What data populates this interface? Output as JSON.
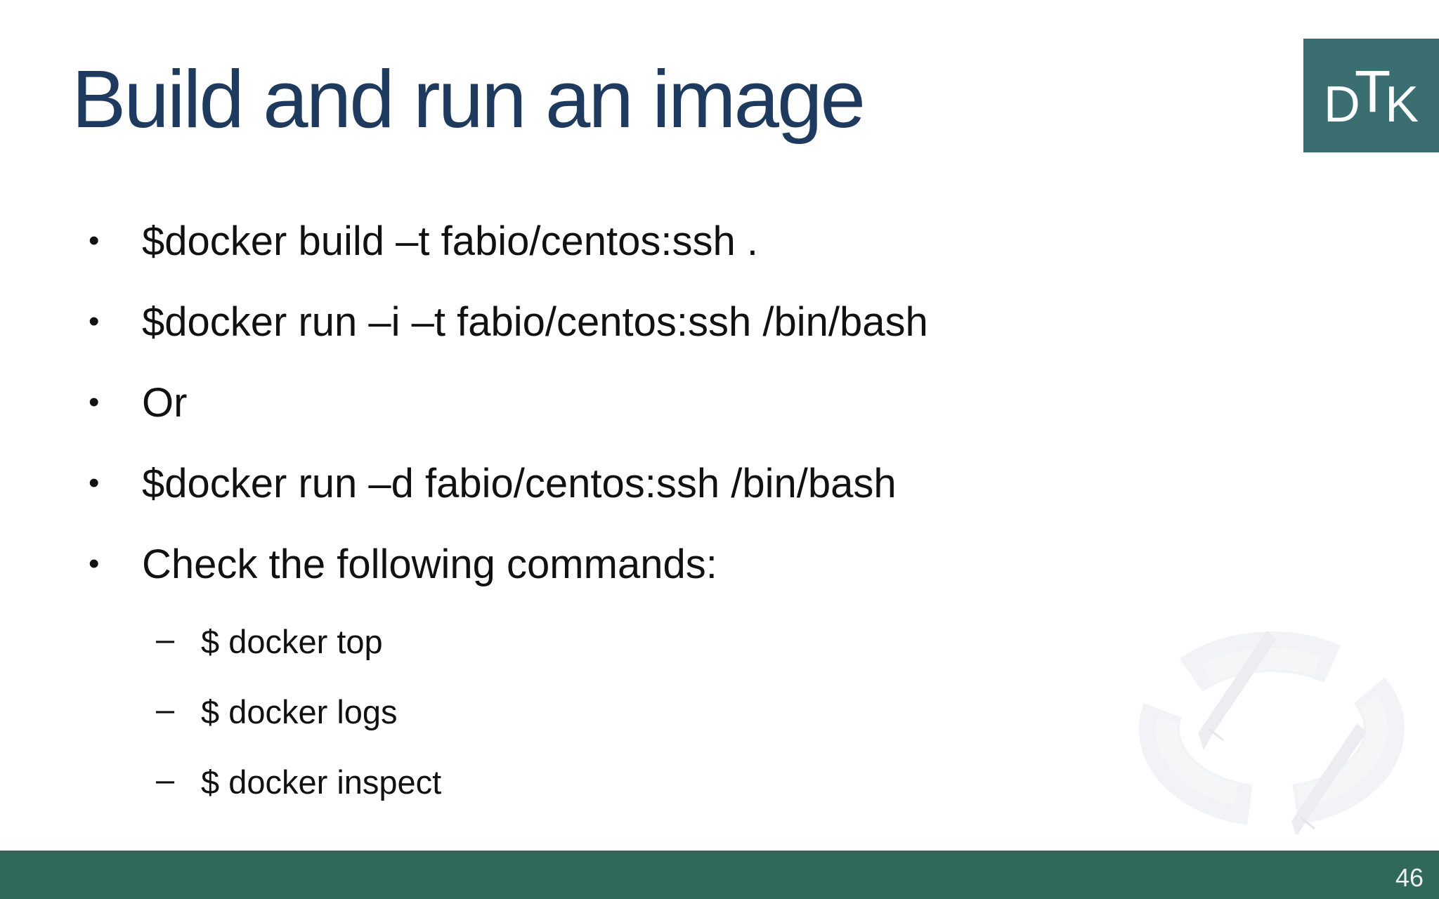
{
  "slide": {
    "title": "Build and run an image",
    "logo": {
      "text": "DTK",
      "d": "D",
      "t": "T",
      "k": "K",
      "bg_color": "#3a6e71"
    },
    "bullets": [
      {
        "marker": "•",
        "text": "$docker build –t fabio/centos:ssh ."
      },
      {
        "marker": "•",
        "text": "$docker run –i –t fabio/centos:ssh /bin/bash"
      },
      {
        "marker": "•",
        "text": "Or"
      },
      {
        "marker": "•",
        "text": "$docker run –d fabio/centos:ssh /bin/bash"
      },
      {
        "marker": "•",
        "text": "Check the following commands:"
      }
    ],
    "sub_bullets": [
      {
        "marker": "–",
        "text": "$ docker top"
      },
      {
        "marker": "–",
        "text": "$ docker logs"
      },
      {
        "marker": "–",
        "text": "$ docker inspect"
      }
    ],
    "footer": {
      "page_number": "46",
      "bar_color": "#30685a"
    },
    "colors": {
      "title": "#1f3a5f",
      "body_text": "#111111",
      "background": "#ffffff"
    }
  }
}
